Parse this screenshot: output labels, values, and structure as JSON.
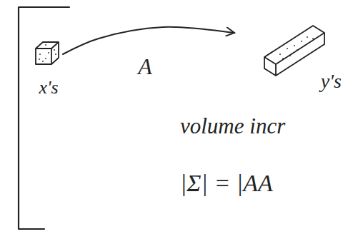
{
  "diagram": {
    "nodes": [
      {
        "text": [
          "x's"
        ]
      },
      {
        "text": [
          "y's"
        ]
      }
    ],
    "edges": [
      {
        "from": 0,
        "to": 1,
        "arrow": "to",
        "label": "A"
      }
    ],
    "labels": [
      "volume incr",
      "|Σ| = |AA"
    ]
  }
}
